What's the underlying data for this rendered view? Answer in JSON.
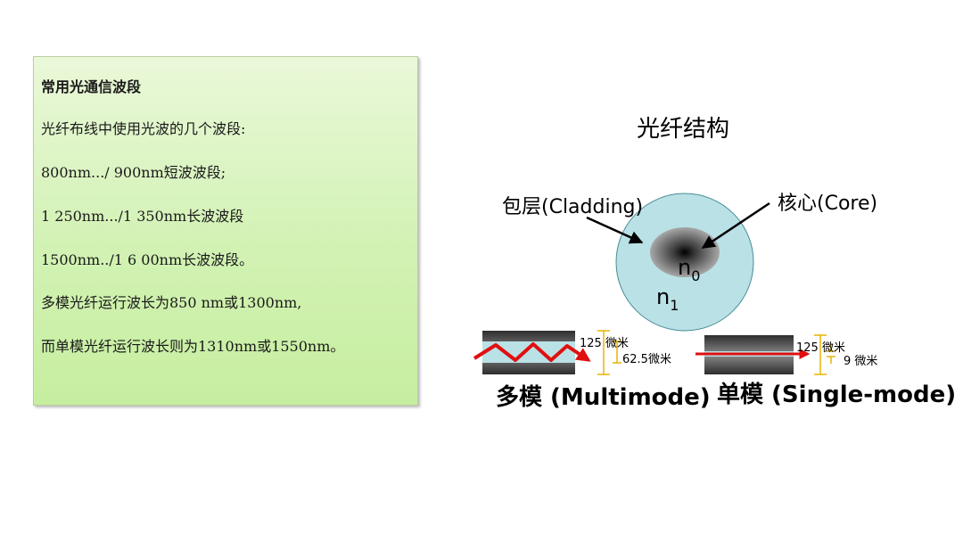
{
  "text_panel": {
    "title": "常用光通信波段",
    "lines": [
      "光纤布线中使用光波的几个波段:",
      "800nm.../ 900nm短波波段;",
      "1 250nm.../1 350nm长波波段",
      "1500nm../1 6 00nm长波波段。",
      "多模光纤运行波长为850 nm或1300nm,",
      "而单模光纤运行波长则为1310nm或1550nm。"
    ]
  },
  "diagram": {
    "title": "光纤结构",
    "cladding_label": "包层(Cladding)",
    "core_label": "核心(Core)",
    "n0_base": "n",
    "n0_sub": "0",
    "n1_base": "n",
    "n1_sub": "1",
    "multimode": {
      "label": "多模 (Multimode)",
      "outer_dim": "125 微米",
      "core_dim": "62.5微米"
    },
    "singlemode": {
      "label": "单模 (Single-mode)",
      "outer_dim": "125 微米",
      "core_dim": "9 微米"
    },
    "colors": {
      "cladding": "#b9e1e6",
      "arrow_red": "#e01010",
      "dim_yellow": "#e8b400"
    }
  }
}
